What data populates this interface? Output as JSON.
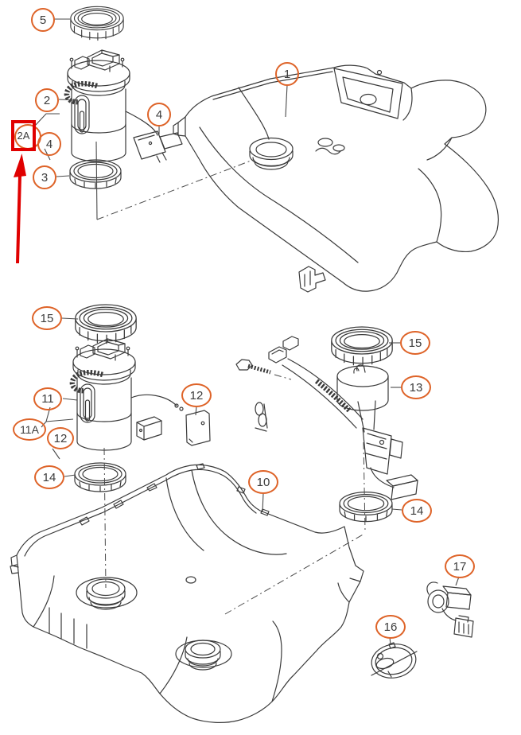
{
  "callouts": [
    {
      "label": "5"
    },
    {
      "label": "2"
    },
    {
      "label": "4"
    },
    {
      "label": "3"
    },
    {
      "label": "4"
    },
    {
      "label": "1"
    },
    {
      "label": "15"
    },
    {
      "label": "11"
    },
    {
      "label": "11A"
    },
    {
      "label": "12"
    },
    {
      "label": "12"
    },
    {
      "label": "14"
    },
    {
      "label": "15"
    },
    {
      "label": "13"
    },
    {
      "label": "14"
    },
    {
      "label": "10"
    },
    {
      "label": "16"
    },
    {
      "label": "17"
    }
  ],
  "highlight": {
    "label": "2A"
  },
  "colors": {
    "callout_ring": "#de6328",
    "line_art": "#3a3a3a",
    "highlight_red": "#e00000",
    "label_text": "#3c3c3c",
    "background": "#ffffff"
  }
}
